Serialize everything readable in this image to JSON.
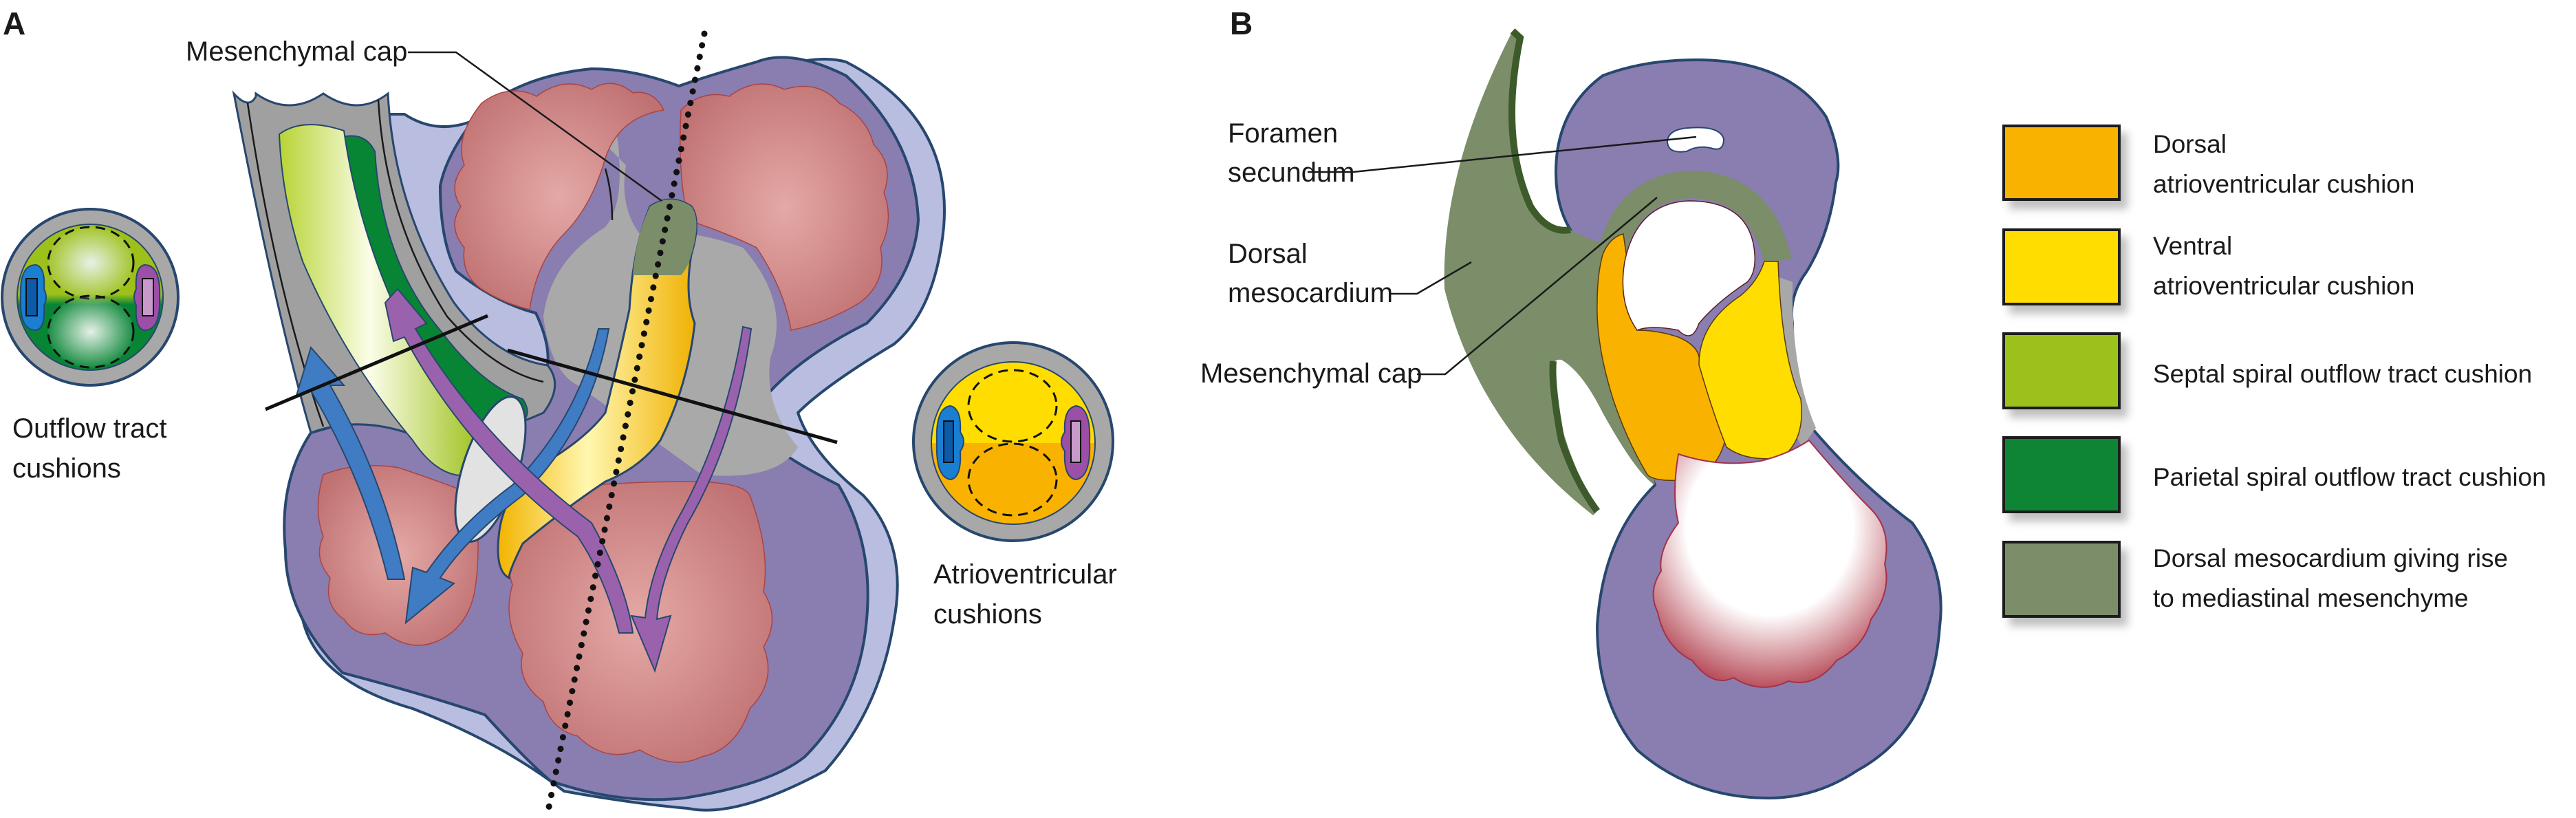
{
  "panel_a": {
    "letter": "A",
    "labels": {
      "mesenchymal_cap": "Mesenchymal cap",
      "outflow_line1": "Outflow tract",
      "outflow_line2": "cushions",
      "av_line1": "Atrioventricular",
      "av_line2": "cushions"
    }
  },
  "panel_b": {
    "letter": "B",
    "labels": {
      "foramen_line1": "Foramen",
      "foramen_line2": "secundum",
      "dorsal_line1": "Dorsal",
      "dorsal_line2": "mesocardium",
      "mesenchymal_cap": "Mesenchymal cap"
    }
  },
  "legend": {
    "items": [
      {
        "line1": "Dorsal",
        "line2": "atrioventricular cushion",
        "color": "#f9b200"
      },
      {
        "line1": "Ventral",
        "line2": "atrioventricular cushion",
        "color": "#ffdd00"
      },
      {
        "line1": "Septal spiral outflow tract cushion",
        "line2": "",
        "color": "#9dc11a"
      },
      {
        "line1": "Parietal spiral outflow tract cushion",
        "line2": "",
        "color": "#078535"
      },
      {
        "line1": "Dorsal mesocardium giving rise",
        "line2": "to mediastinal mesenchyme",
        "color": "#7b8d69"
      }
    ]
  },
  "colors": {
    "myocardium": "#8a7db0",
    "myocardium_side": "#b9bde0",
    "outline": "#27476e",
    "trabeculae": "#cf8585",
    "endocardium_grey": "#a9a9a9",
    "blue_flow": "#3f7cc4",
    "purple_flow": "#9a62ad"
  }
}
